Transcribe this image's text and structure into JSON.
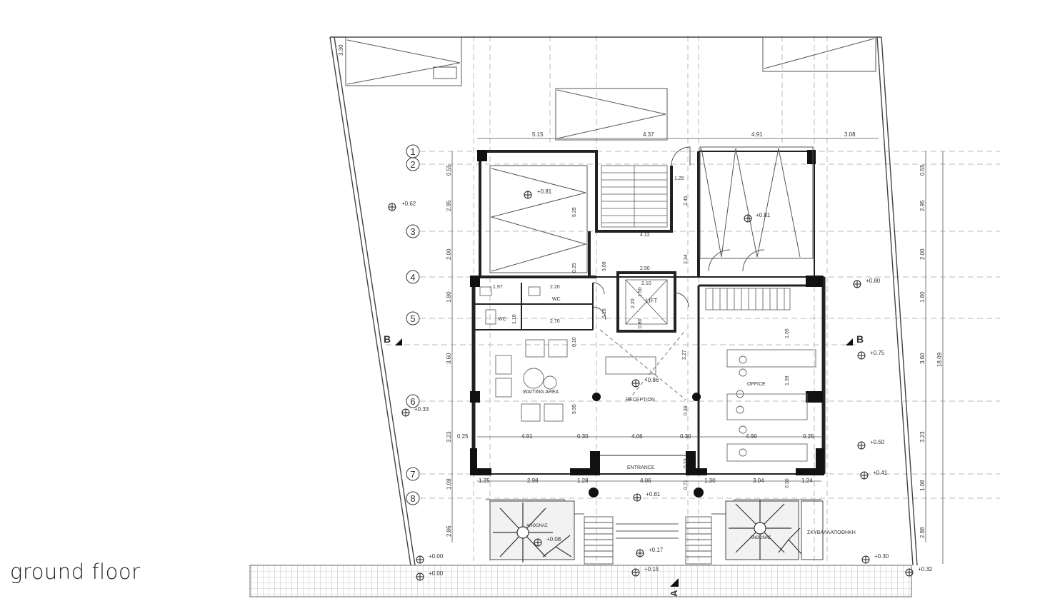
{
  "page": {
    "title": "ground floor"
  },
  "plan": {
    "rooms": {
      "wc_1": "WC",
      "wc_2": "WC",
      "lift": "LIFT",
      "waiting": "WAITING AREA",
      "reception": "RECEPTION",
      "office": "OFFICE",
      "entrance": "ENTRANCE",
      "garden_1": "ΑΝΘΟΝΑΣ",
      "garden_2": "ΑΝΘΟΝΑΣ",
      "bin_store": "ΣΚΥΒΑΛΛΑΠΟΘΗΚΗ"
    },
    "grid_axes": [
      "1",
      "2",
      "3",
      "4",
      "5",
      "6",
      "7",
      "8"
    ],
    "section_marks": {
      "b_left": "B",
      "b_right": "B",
      "a_bottom": "A"
    },
    "top_dims": [
      "5.15",
      "4.37",
      "4.91",
      "3.08"
    ],
    "left_dims": [
      "3.30",
      "0.55",
      "2.95",
      "2.00",
      "1.80",
      "3.60",
      "3.23",
      "1.08",
      "2.86"
    ],
    "right_dims": [
      "0.55",
      "2.95",
      "2.00",
      "1.80",
      "3.60",
      "3.23",
      "1.08",
      "2.88"
    ],
    "right_total": "18.09",
    "inner_dims_row6": [
      "0.25",
      "4.91",
      "0.30",
      "4.06",
      "0.30",
      "4.99",
      "0.25"
    ],
    "inner_dims_row7": [
      "1.25",
      "2.98",
      "1.28",
      "4.06",
      "1.30",
      "3.04",
      "1.24"
    ],
    "misc_dims": [
      "5.25",
      "4.12",
      "1.25",
      "2.45",
      "2.34",
      "2.50",
      "2.10",
      "1.50",
      "2.20",
      "1.97",
      "2.20",
      "2.70",
      "1.10",
      "0.10",
      "0.80",
      "3.09",
      "0.25",
      "5.95",
      "3.27",
      "1.05",
      "1.39",
      "0.39",
      "0.71",
      "0.23",
      "0.30",
      "0.10"
    ],
    "levels": {
      "l1": "+0.62",
      "l2": "+0.81",
      "l3": "+0.81",
      "l4": "+0.80",
      "l5": "+0.75",
      "l6": "+0.86",
      "l7": "+0.33",
      "l8": "+0.50",
      "l9": "+0.41",
      "l10": "+0.81",
      "l11": "+0.00",
      "l12": "+0.17",
      "l13": "+0.30",
      "l14": "+0.00",
      "l15": "+0.15",
      "l16": "+0.32",
      "l17": "+0.08"
    }
  }
}
